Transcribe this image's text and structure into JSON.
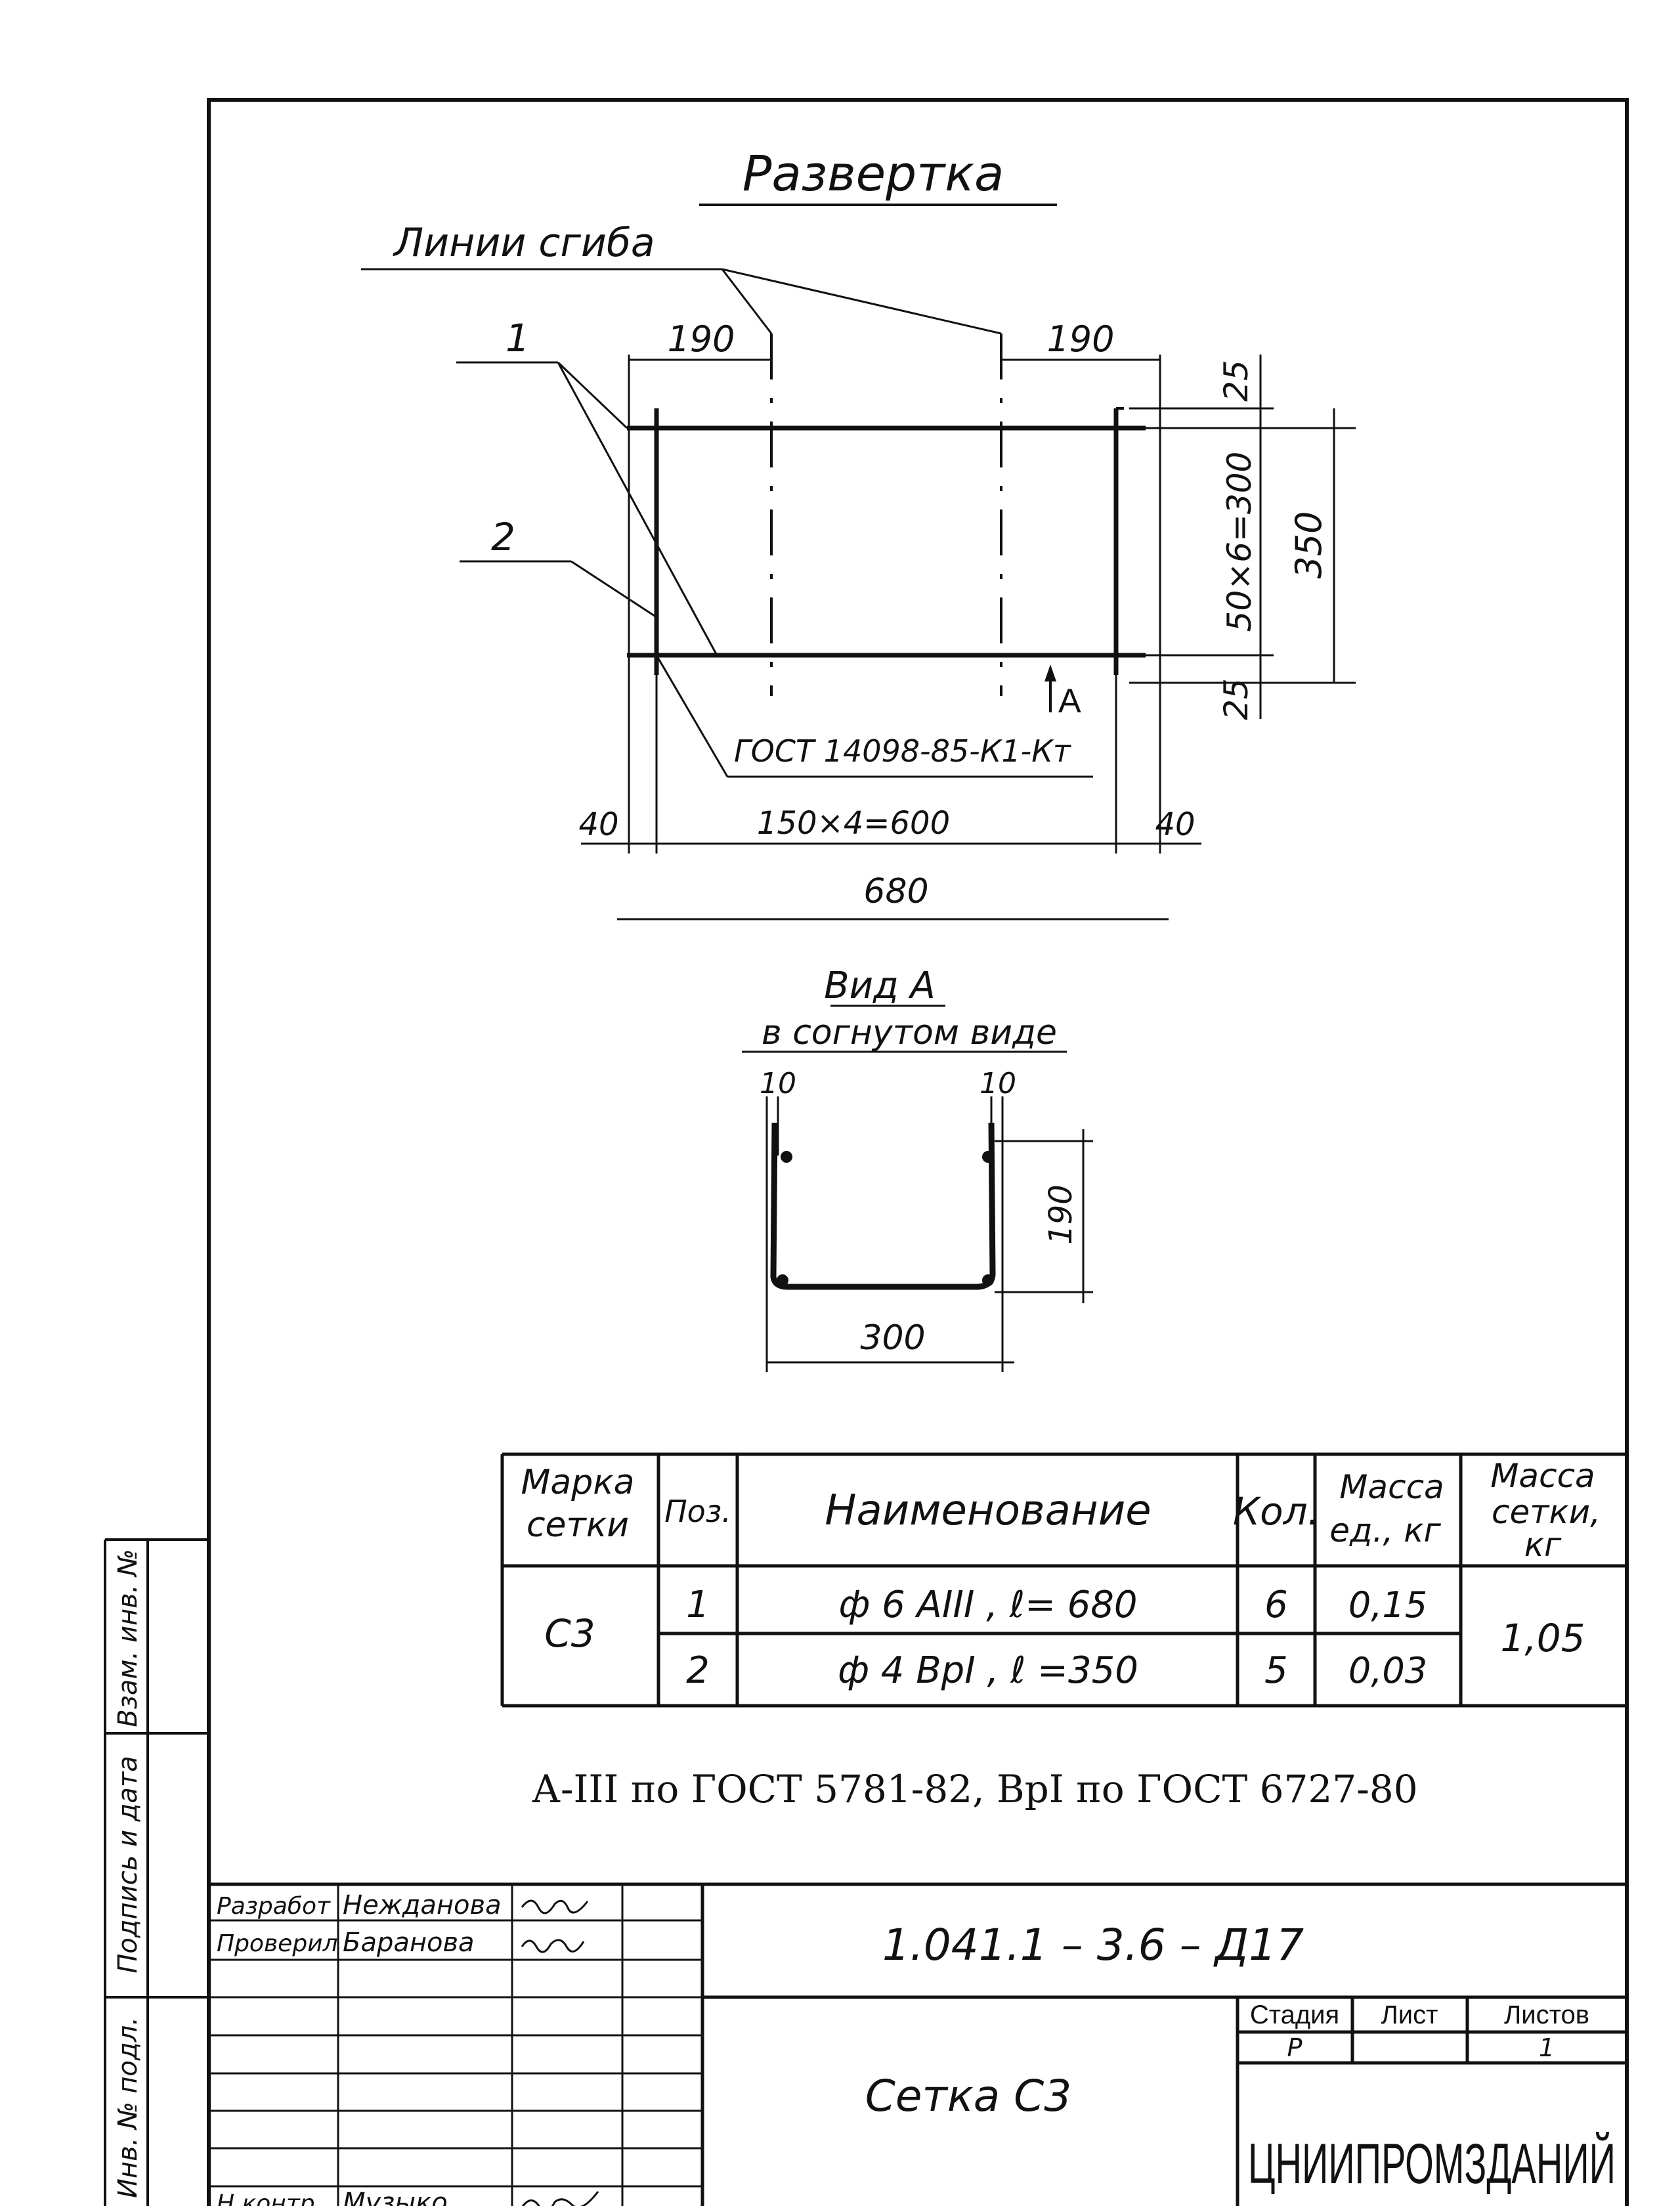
{
  "drawing": {
    "title": "Развертка",
    "bend_lines_label": "Линии сгиба",
    "callout_1": "1",
    "callout_2": "2",
    "dim_left_190": "190",
    "dim_right_190": "190",
    "dim_top_25": "25",
    "dim_bottom_25": "25",
    "dim_pitch_vertical": "50×6=300",
    "dim_height_350": "350",
    "weld_note": "ГОСТ 14098-85-К1-Кт",
    "view_arrow_label": "А",
    "dim_left_40": "40",
    "dim_right_40": "40",
    "dim_pitch_horizontal": "150×4=600",
    "dim_total_680": "680"
  },
  "view_a": {
    "title": "Вид А",
    "subtitle": "в согнутом виде",
    "dim_left_10": "10",
    "dim_right_10": "10",
    "dim_height_190": "190",
    "dim_width_300": "300"
  },
  "spec_table": {
    "headers": {
      "mark_line1": "Марка",
      "mark_line2": "сетки",
      "pos": "Поз.",
      "name": "Наименование",
      "qty": "Кол.",
      "unit_mass_line1": "Масса",
      "unit_mass_line2": "ед., кг",
      "mesh_mass_line1": "Масса",
      "mesh_mass_line2": "сетки,",
      "mesh_mass_line3": "кг"
    },
    "mark": "С3",
    "mesh_mass": "1,05",
    "rows": [
      {
        "pos": "1",
        "name": "ф 6 АIII , ℓ= 680",
        "qty": "6",
        "unit_mass": "0,15"
      },
      {
        "pos": "2",
        "name": "ф 4 ВрI , ℓ =350",
        "qty": "5",
        "unit_mass": "0,03"
      }
    ]
  },
  "steel_note": "А-III по ГОСТ 5781-82, ВрI по ГОСТ 6727-80",
  "title_block": {
    "designation": "1.041.1 – 3.6 – Д17",
    "sheet_title": "Сетка С3",
    "stage_header": "Стадия",
    "sheet_header": "Лист",
    "sheets_header": "Листов",
    "stage_value": "Р",
    "sheet_value": "",
    "sheets_value": "1",
    "organization": "ЦНИИПРОМЗДАНИЙ",
    "roles": [
      {
        "role": "Разработ",
        "name": "Нежданова",
        "signature": "signed"
      },
      {
        "role": "Проверил",
        "name": "Баранова",
        "signature": "signed"
      },
      {
        "role": "Н.контр.",
        "name": "Музыко",
        "signature": "signed"
      }
    ]
  },
  "side_stamp": {
    "box1": "Инв. № подл.",
    "box2": "Подпись и дата",
    "box3": "Взам. инв. №"
  }
}
